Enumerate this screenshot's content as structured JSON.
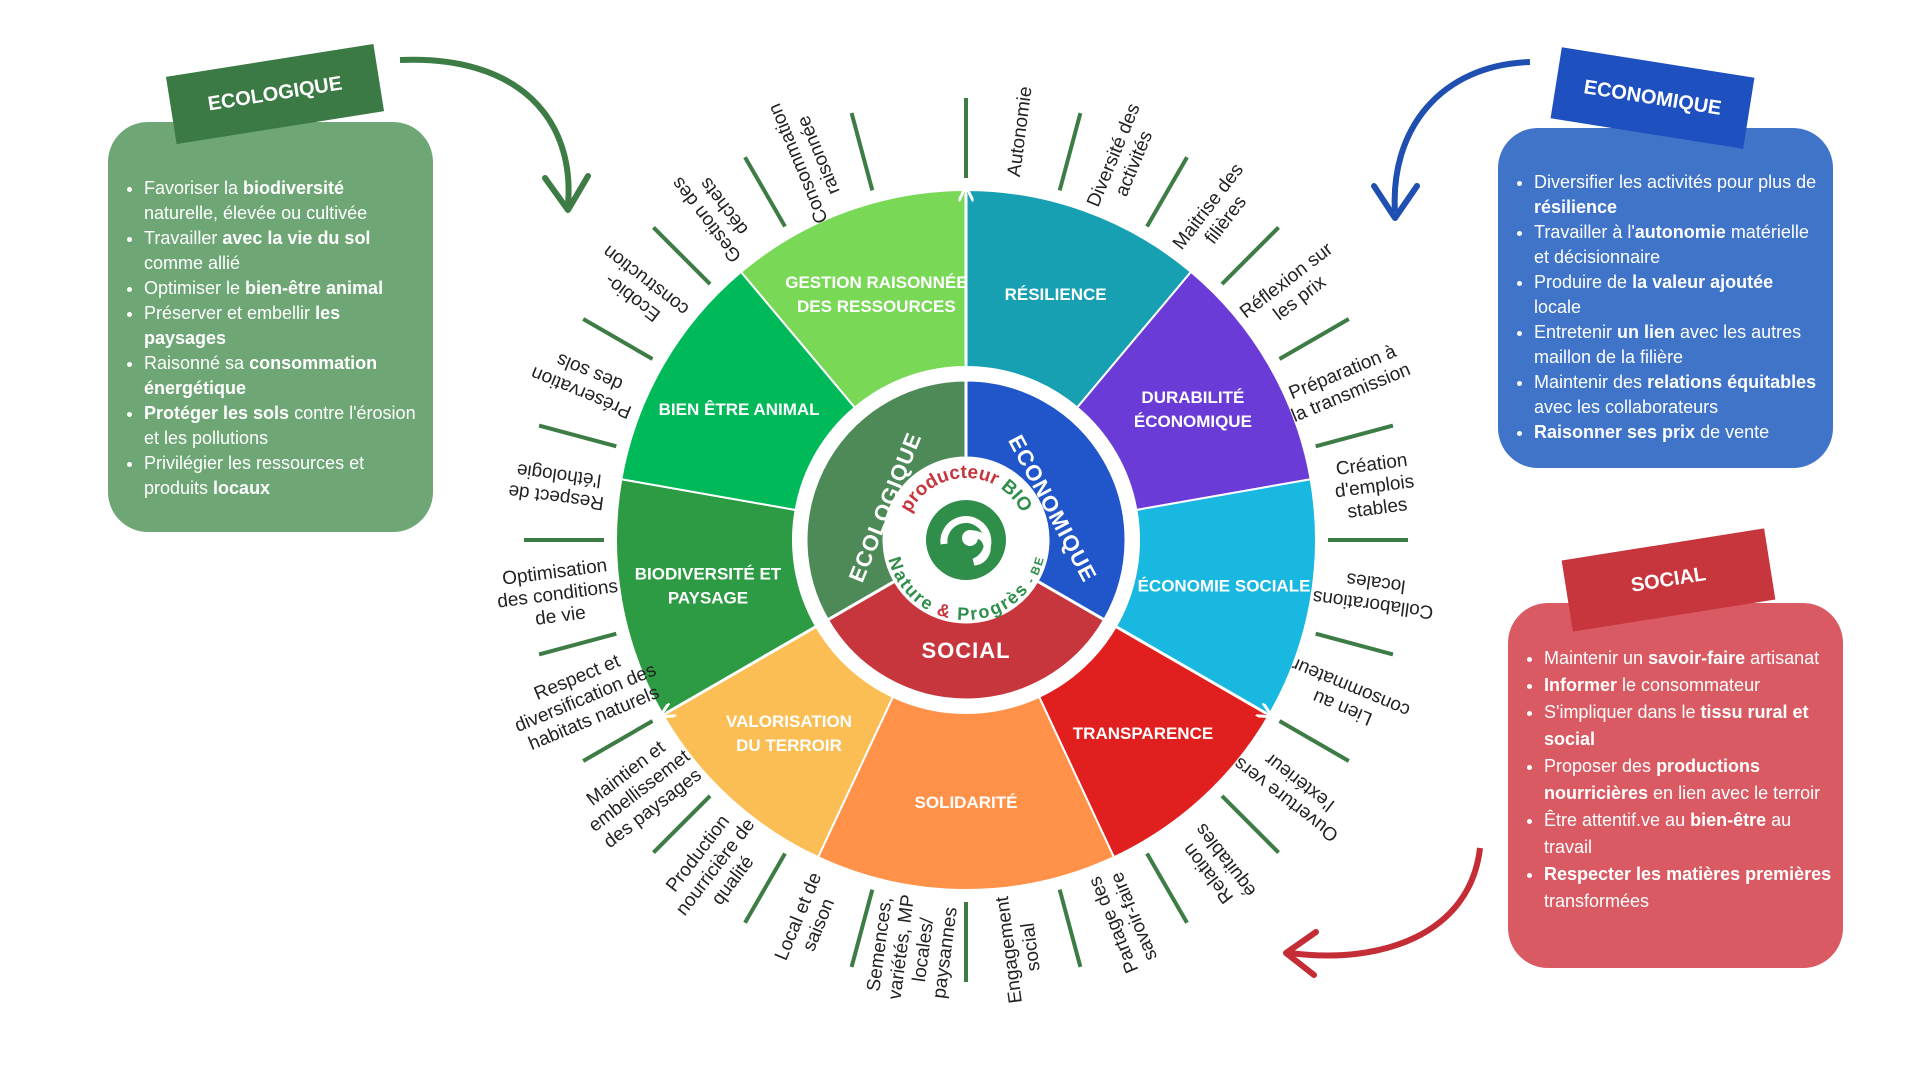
{
  "colors": {
    "eco_green": "#4e8a57",
    "eco_panel": "#6fa676",
    "eco_tag": "#3b7a45",
    "econ_blue": "#2056c9",
    "econ_panel": "#3f74c9",
    "social_red": "#c8363d",
    "social_panel": "#d95a63",
    "white_ring": "#ffffff"
  },
  "core": {
    "ecologique": "ECOLOGIQUE",
    "economique": "ECONOMIQUE",
    "social": "SOCIAL"
  },
  "logo": {
    "top": "producteur",
    "top_accent": "BIO",
    "bottom_1": "Nature",
    "amp": "&",
    "bottom_2": "Progrès",
    "suffix": "- BE"
  },
  "segments": [
    {
      "id": "resilience",
      "lines": [
        "RÉSILIENCE"
      ],
      "color": "#16a0b2"
    },
    {
      "id": "durabilite",
      "lines": [
        "DURABILITÉ",
        "ÉCONOMIQUE"
      ],
      "color": "#6a3bd6"
    },
    {
      "id": "eco-sociale",
      "lines": [
        "ÉCONOMIE SOCIALE"
      ],
      "color": "#19b8e1"
    },
    {
      "id": "transparence",
      "lines": [
        "TRANSPARENCE"
      ],
      "color": "#e11f1f"
    },
    {
      "id": "solidarite",
      "lines": [
        "SOLIDARITÉ"
      ],
      "color": "#ff9148"
    },
    {
      "id": "terroir",
      "lines": [
        "VALORISATION",
        "DU TERROIR"
      ],
      "color": "#fbbe55"
    },
    {
      "id": "biodiversite",
      "lines": [
        "BIODIVERSITÉ ET",
        "PAYSAGE"
      ],
      "color": "#2c9b43"
    },
    {
      "id": "bien-etre",
      "lines": [
        "BIEN ÊTRE ANIMAL"
      ],
      "color": "#00ba5a"
    },
    {
      "id": "gestion",
      "lines": [
        "GESTION RAISONNÉE",
        "DES RESSOURCES"
      ],
      "color": "#79d957"
    }
  ],
  "outer_labels": [
    {
      "id": "autonomie",
      "lines": [
        "Autonomie"
      ]
    },
    {
      "id": "diversite",
      "lines": [
        "Diversité des",
        "activités"
      ]
    },
    {
      "id": "maitrise",
      "lines": [
        "Maitrise des",
        "filières"
      ]
    },
    {
      "id": "reflexion",
      "lines": [
        "Réflexion sur",
        "les prix"
      ]
    },
    {
      "id": "preparation",
      "lines": [
        "Préparation à",
        "la transmission"
      ]
    },
    {
      "id": "creation",
      "lines": [
        "Création",
        "d'emplois",
        "stables"
      ]
    },
    {
      "id": "collaborations",
      "lines": [
        "Collaborations",
        "locales"
      ]
    },
    {
      "id": "lien",
      "lines": [
        "Lien au",
        "consommateur"
      ]
    },
    {
      "id": "ouverture",
      "lines": [
        "Ouverture vers",
        "l'extérieur"
      ]
    },
    {
      "id": "relation",
      "lines": [
        "Relation",
        "équitables"
      ]
    },
    {
      "id": "partage",
      "lines": [
        "Partage des",
        "savoir-faire"
      ]
    },
    {
      "id": "engagement",
      "lines": [
        "Engagement",
        "social"
      ]
    },
    {
      "id": "semences",
      "lines": [
        "Semences,",
        "variétés, MP",
        "locales/",
        "paysannes"
      ]
    },
    {
      "id": "local",
      "lines": [
        "Local et de",
        "saison"
      ]
    },
    {
      "id": "production",
      "lines": [
        "Production",
        "nourricière de",
        "qualité"
      ]
    },
    {
      "id": "maintien",
      "lines": [
        "Maintien et",
        "embellissemet",
        "des paysages"
      ]
    },
    {
      "id": "respect-habitats",
      "lines": [
        "Respect et",
        "diversification des",
        "habitats naturels"
      ]
    },
    {
      "id": "optimisation",
      "lines": [
        "Optimisation",
        "des conditions",
        "de vie"
      ]
    },
    {
      "id": "ethologie",
      "lines": [
        "Respect de",
        "l'éthologie"
      ]
    },
    {
      "id": "preservation",
      "lines": [
        "Préservation",
        "des sols"
      ]
    },
    {
      "id": "ecobio",
      "lines": [
        "Ecobio-",
        "construction"
      ]
    },
    {
      "id": "dechets",
      "lines": [
        "Gestion des",
        "déchets"
      ]
    },
    {
      "id": "consommation",
      "lines": [
        "Consommation",
        "raisonnée"
      ]
    }
  ],
  "panels": {
    "ecologique": {
      "tag": "ECOLOGIQUE",
      "items": [
        [
          {
            "t": "Favoriser la "
          },
          {
            "t": "biodiversité",
            "b": true
          },
          {
            "t": " naturelle, élevée ou cultivée"
          }
        ],
        [
          {
            "t": "Travailler "
          },
          {
            "t": "avec la vie du sol",
            "b": true
          },
          {
            "t": " comme allié"
          }
        ],
        [
          {
            "t": "Optimiser le "
          },
          {
            "t": "bien-être animal",
            "b": true
          }
        ],
        [
          {
            "t": "Préserver et embellir "
          },
          {
            "t": "les paysages",
            "b": true
          }
        ],
        [
          {
            "t": "Raisonné sa "
          },
          {
            "t": "consommation énergétique",
            "b": true
          }
        ],
        [
          {
            "t": "Protéger les sols",
            "b": true
          },
          {
            "t": " contre l'érosion et les pollutions"
          }
        ],
        [
          {
            "t": "Privilégier les ressources et produits "
          },
          {
            "t": "locaux",
            "b": true
          }
        ]
      ]
    },
    "economique": {
      "tag": "ECONOMIQUE",
      "items": [
        [
          {
            "t": "Diversifier les activités pour plus de "
          },
          {
            "t": "résilience",
            "b": true
          }
        ],
        [
          {
            "t": "Travailler à l'"
          },
          {
            "t": "autonomie",
            "b": true
          },
          {
            "t": " matérielle et décisionnaire"
          }
        ],
        [
          {
            "t": "Produire de "
          },
          {
            "t": "la valeur ajoutée",
            "b": true
          },
          {
            "t": " locale"
          }
        ],
        [
          {
            "t": "Entretenir "
          },
          {
            "t": "un lien",
            "b": true
          },
          {
            "t": " avec les autres maillon de la filière"
          }
        ],
        [
          {
            "t": "Maintenir des "
          },
          {
            "t": "relations équitables",
            "b": true
          },
          {
            "t": " avec les collaborateurs"
          }
        ],
        [
          {
            "t": "Raisonner ses prix",
            "b": true
          },
          {
            "t": " de vente"
          }
        ]
      ]
    },
    "social": {
      "tag": "SOCIAL",
      "items": [
        [
          {
            "t": "Maintenir un "
          },
          {
            "t": "savoir-faire",
            "b": true
          },
          {
            "t": " artisanat"
          }
        ],
        [
          {
            "t": "Informer",
            "b": true
          },
          {
            "t": " le consommateur"
          }
        ],
        [
          {
            "t": "S'impliquer dans le "
          },
          {
            "t": "tissu rural et social",
            "b": true
          }
        ],
        [
          {
            "t": "Proposer des "
          },
          {
            "t": "productions nourricières",
            "b": true
          },
          {
            "t": " en lien avec le terroir"
          }
        ],
        [
          {
            "t": "Être attentif.ve au "
          },
          {
            "t": "bien-être",
            "b": true
          },
          {
            "t": " au travail"
          }
        ],
        [
          {
            "t": "Respecter les matières premières",
            "b": true
          },
          {
            "t": " transformées"
          }
        ]
      ]
    }
  }
}
